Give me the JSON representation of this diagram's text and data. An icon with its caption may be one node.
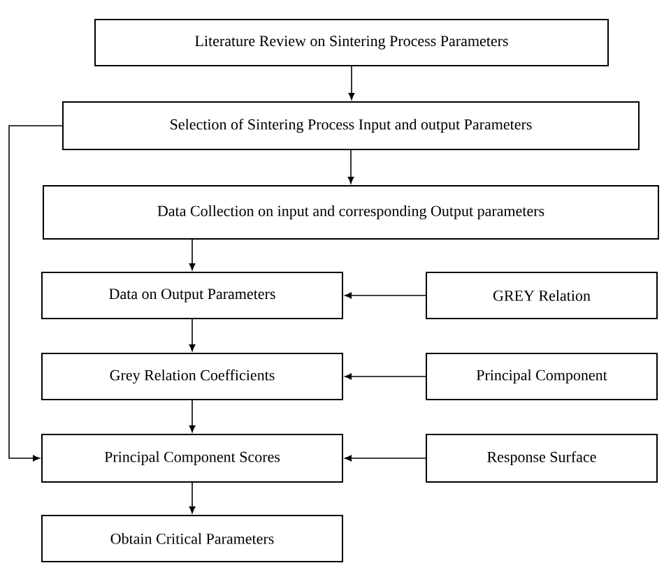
{
  "diagram": {
    "nodes": [
      {
        "text": [
          "Literature Review on Sintering Process Parameters"
        ]
      },
      {
        "text": [
          "Selection of Sintering Process Input and output Parameters"
        ]
      },
      {
        "text": [
          "Data Collection on input and corresponding Output parameters"
        ]
      },
      {
        "text": [
          "Data on Output Parameters"
        ]
      },
      {
        "text": [
          "GREY Relation"
        ]
      },
      {
        "text": [
          "Grey Relation Coefficients"
        ]
      },
      {
        "text": [
          "Principal Component"
        ]
      },
      {
        "text": [
          "Principal Component Scores"
        ]
      },
      {
        "text": [
          "Response Surface"
        ]
      },
      {
        "text": [
          "Obtain Critical Parameters"
        ]
      }
    ],
    "edges": [
      {
        "from": 0,
        "to": 1,
        "arrow": "to"
      },
      {
        "from": 1,
        "to": 2,
        "arrow": "to"
      },
      {
        "from": 2,
        "to": 3,
        "arrow": "to"
      },
      {
        "from": 3,
        "to": 5,
        "arrow": "to"
      },
      {
        "from": 5,
        "to": 7,
        "arrow": "to"
      },
      {
        "from": 7,
        "to": 9,
        "arrow": "to"
      },
      {
        "from": 4,
        "to": 3,
        "arrow": "to"
      },
      {
        "from": 6,
        "to": 5,
        "arrow": "to"
      },
      {
        "from": 8,
        "to": 7,
        "arrow": "to"
      },
      {
        "from": 1,
        "to": 7,
        "arrow": "to"
      }
    ]
  }
}
